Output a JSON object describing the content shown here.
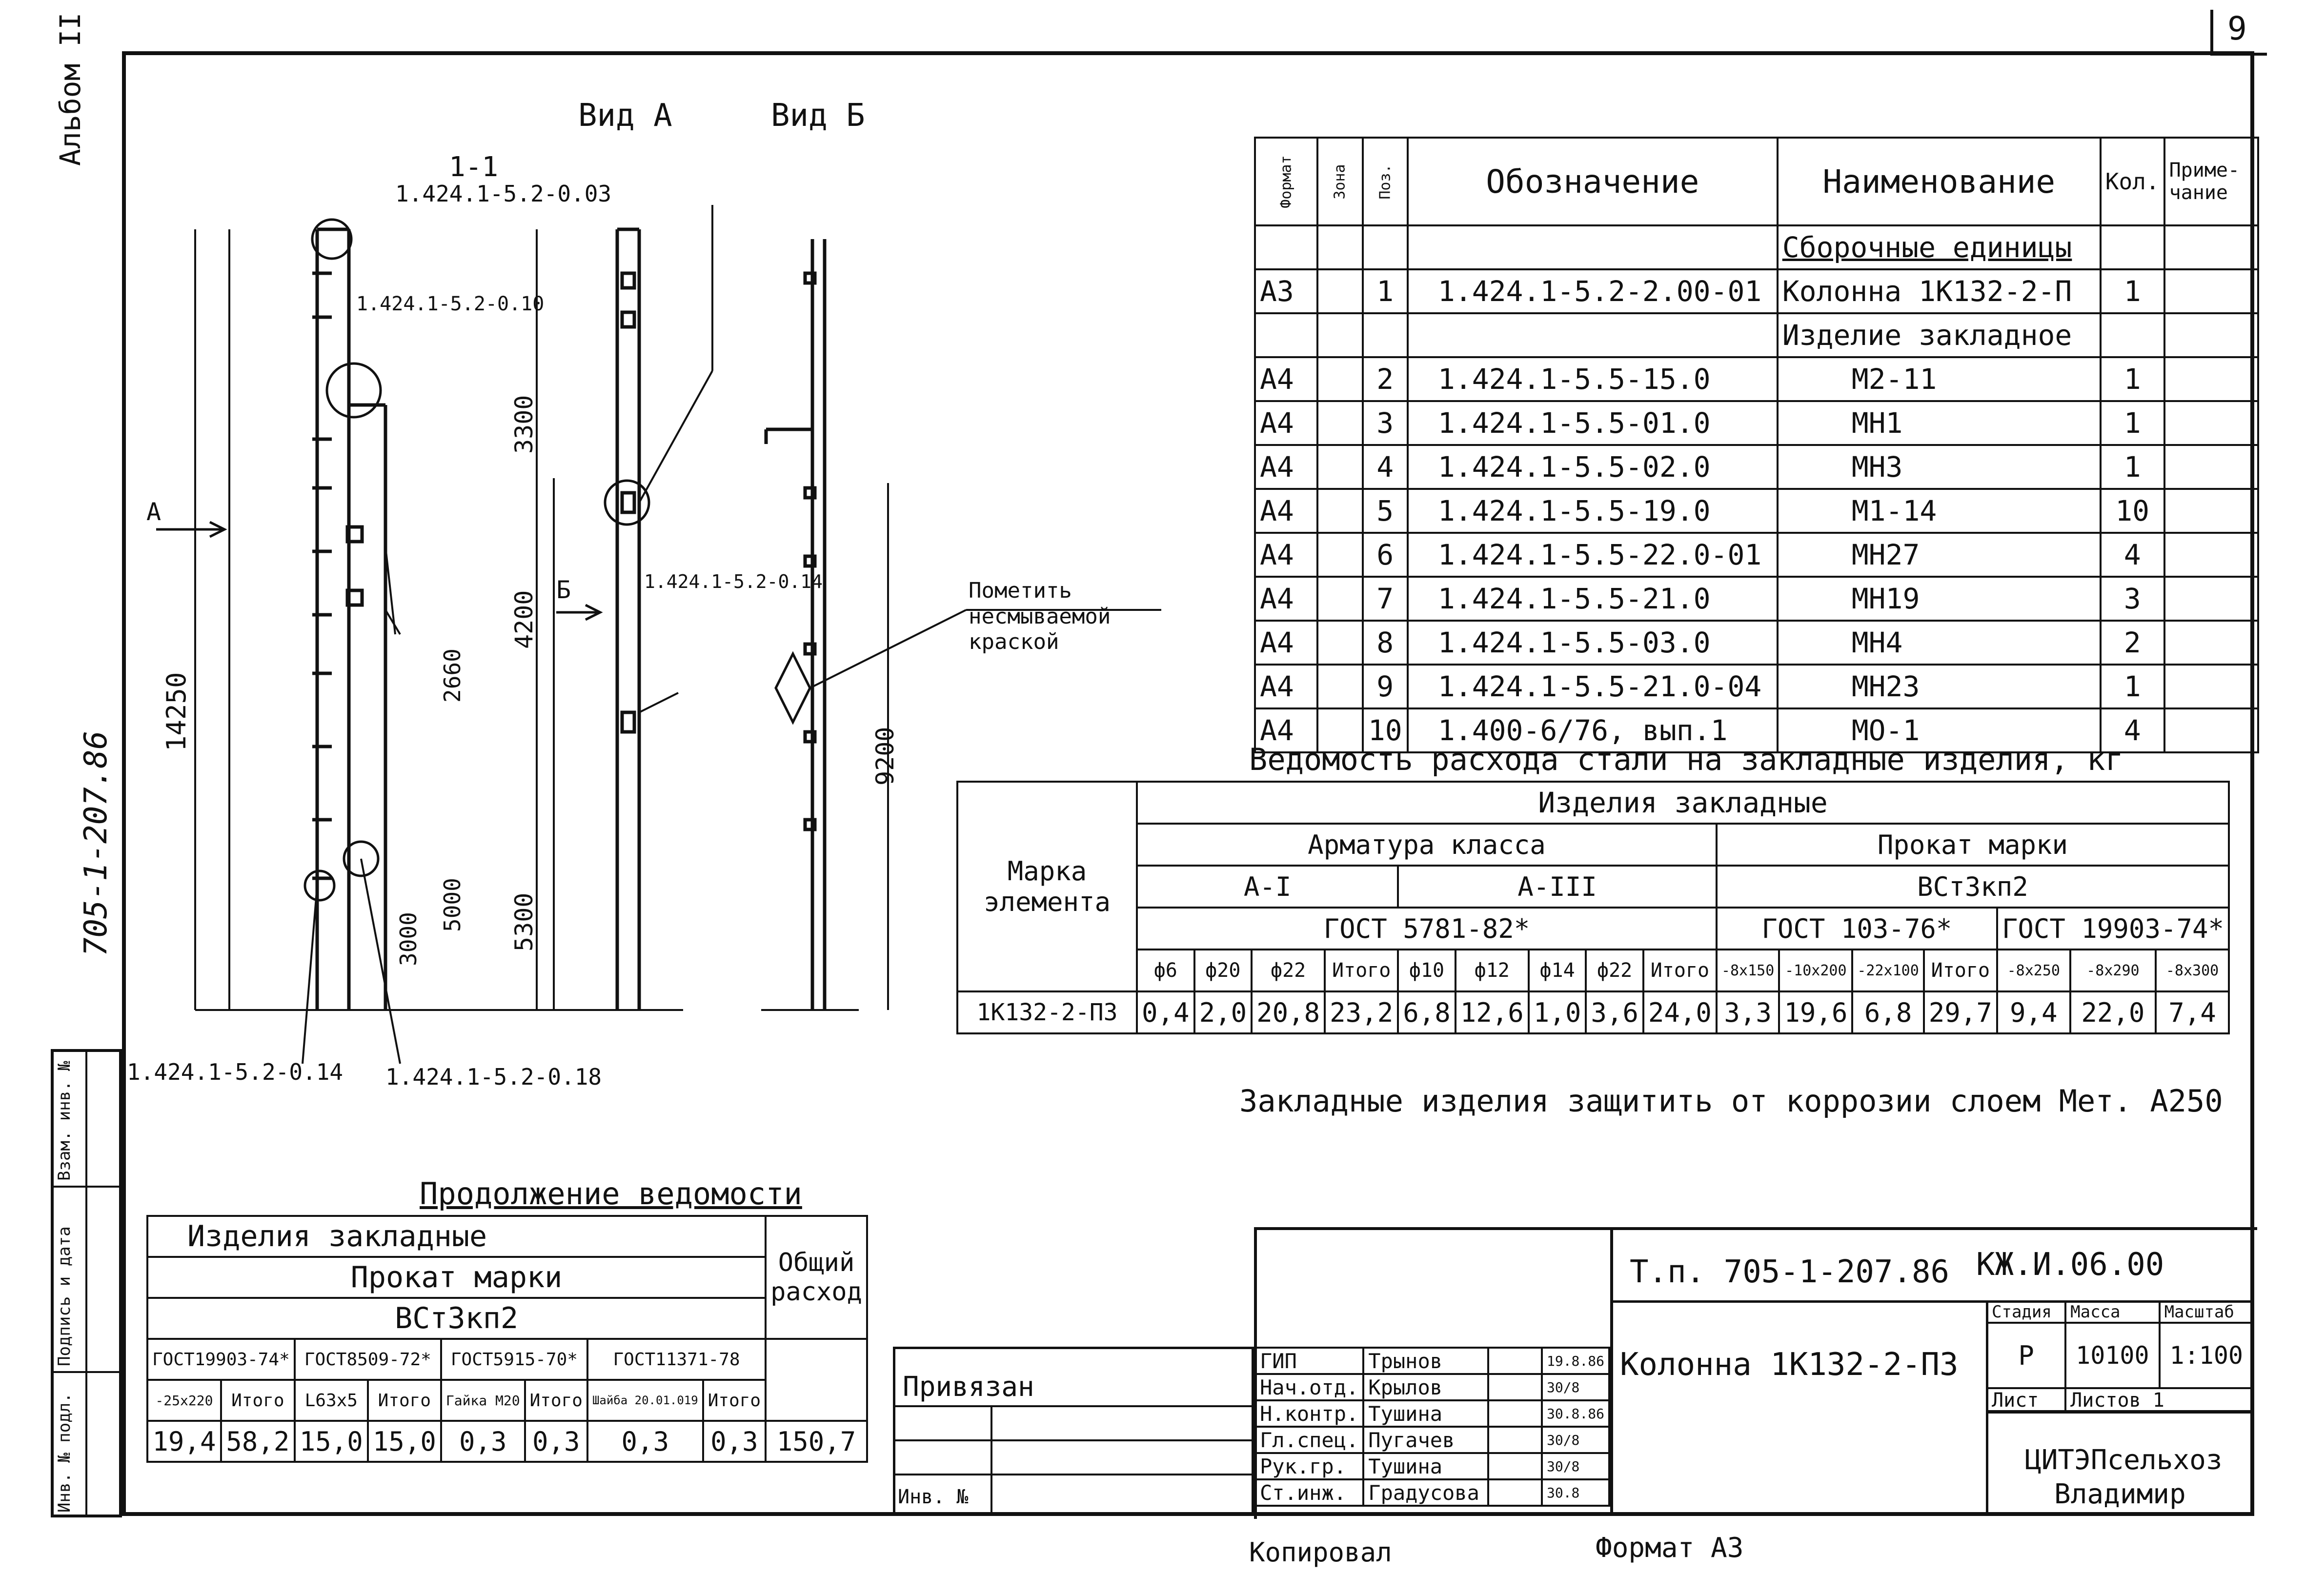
{
  "sheet_number": "9",
  "album": "Альбом II",
  "side_code": "705-1-207.86",
  "view_a": "Вид А",
  "view_b": "Вид Б",
  "section": "1-1",
  "drawing_labels": {
    "ref_003": "1.424.1-5.2-0.03",
    "ref_010": "1.424.1-5.2-0.10",
    "ref_014": "1.424.1-5.2-0.14",
    "ref_014b": "1.424.1-5.2-0.14",
    "ref_018": "1.424.1-5.2-0.18",
    "dim_14250": "14250",
    "dim_4200": "4200",
    "dim_3300": "3300",
    "dim_5300": "5300",
    "dim_9200": "9200",
    "dim_2660": "2660",
    "dim_3000": "3000",
    "dim_5000": "5000",
    "arrow_a": "А",
    "arrow_b": "Б"
  },
  "note_mark": [
    "Пометить",
    "несмываемой",
    "краской"
  ],
  "spec_table": {
    "headers": [
      "Формат",
      "Зона",
      "Поз.",
      "Обозначение",
      "Наименование",
      "Кол.",
      "Приме-чание"
    ],
    "rows": [
      {
        "fmt": "",
        "zone": "",
        "pos": "",
        "designation": "",
        "name": "Сборочные единицы",
        "qty": "",
        "note": ""
      },
      {
        "fmt": "А3",
        "zone": "",
        "pos": "1",
        "designation": "1.424.1-5.2-2.00-01",
        "name": "Колонна 1К132-2-П",
        "qty": "1",
        "note": ""
      },
      {
        "fmt": "",
        "zone": "",
        "pos": "",
        "designation": "",
        "name": "Изделие закладное",
        "qty": "",
        "note": ""
      },
      {
        "fmt": "А4",
        "zone": "",
        "pos": "2",
        "designation": "1.424.1-5.5-15.0",
        "name": "М2-11",
        "qty": "1",
        "note": ""
      },
      {
        "fmt": "А4",
        "zone": "",
        "pos": "3",
        "designation": "1.424.1-5.5-01.0",
        "name": "МН1",
        "qty": "1",
        "note": ""
      },
      {
        "fmt": "А4",
        "zone": "",
        "pos": "4",
        "designation": "1.424.1-5.5-02.0",
        "name": "МН3",
        "qty": "1",
        "note": ""
      },
      {
        "fmt": "А4",
        "zone": "",
        "pos": "5",
        "designation": "1.424.1-5.5-19.0",
        "name": "М1-14",
        "qty": "10",
        "note": ""
      },
      {
        "fmt": "А4",
        "zone": "",
        "pos": "6",
        "designation": "1.424.1-5.5-22.0-01",
        "name": "МН27",
        "qty": "4",
        "note": ""
      },
      {
        "fmt": "А4",
        "zone": "",
        "pos": "7",
        "designation": "1.424.1-5.5-21.0",
        "name": "МН19",
        "qty": "3",
        "note": ""
      },
      {
        "fmt": "А4",
        "zone": "",
        "pos": "8",
        "designation": "1.424.1-5.5-03.0",
        "name": "МН4",
        "qty": "2",
        "note": ""
      },
      {
        "fmt": "А4",
        "zone": "",
        "pos": "9",
        "designation": "1.424.1-5.5-21.0-04",
        "name": "МН23",
        "qty": "1",
        "note": ""
      },
      {
        "fmt": "А4",
        "zone": "",
        "pos": "10",
        "designation": "1.400-6/76, вып.1",
        "name": "МО-1",
        "qty": "4",
        "note": ""
      }
    ]
  },
  "steel_title": "Ведомость расхода стали на закладные изделия, кг",
  "steel_table": {
    "element_header": "Марка элемента",
    "group": "Изделия закладные",
    "rebar": "Арматура класса",
    "rolled": "Прокат марки",
    "a1": "А-I",
    "a3": "А-III",
    "vst": "ВСт3кп2",
    "gost_rebar": "ГОСТ 5781-82*",
    "gost_103": "ГОСТ 103-76*",
    "gost_19903": "ГОСТ 19903-74*",
    "cols": [
      "ф6",
      "ф20",
      "ф22",
      "Итого",
      "ф10",
      "ф12",
      "ф14",
      "ф22",
      "Итого",
      "-8х150",
      "-10х200",
      "-22х100",
      "Итого",
      "-8х250",
      "-8х290",
      "-8х300"
    ],
    "element": "1К132-2-П3",
    "values": [
      "0,4",
      "2,0",
      "20,8",
      "23,2",
      "6,8",
      "12,6",
      "1,0",
      "3,6",
      "24,0",
      "3,3",
      "19,6",
      "6,8",
      "29,7",
      "9,4",
      "22,0",
      "7,4"
    ]
  },
  "corrosion_note": "Закладные изделия защитить от коррозии слоем Мет. А250",
  "continuation": {
    "title": "Продолжение ведомости",
    "group": "Изделия закладные",
    "rolled": "Прокат марки",
    "vst": "ВСт3кп2",
    "total_header": "Общий расход",
    "gosts": [
      "ГОСТ19903-74*",
      "ГОСТ8509-72*",
      "ГОСТ5915-70*",
      "ГОСТ11371-78"
    ],
    "cols": [
      "-25х220",
      "Итого",
      "L63х5",
      "Итого",
      "Гайка М20",
      "Итого",
      "Шайба 20.01.019",
      "Итого"
    ],
    "values": [
      "19,4",
      "58,2",
      "15,0",
      "15,0",
      "0,3",
      "0,3",
      "0,3",
      "0,3"
    ],
    "total": "150,7"
  },
  "title_block": {
    "code": "Т.п. 705-1-207.86",
    "sheet_code": "КЖ.И.06.00",
    "name": "Колонна 1К132-2-П3",
    "stage_label": "Стадия",
    "mass_label": "Масса",
    "scale_label": "Масштаб",
    "stage": "Р",
    "mass": "10100",
    "scale": "1:100",
    "sheet_label": "Лист",
    "sheets_label": "Листов 1",
    "org": "ЦИТЭПсельхоз",
    "city": "Владимир",
    "roles": [
      "ГИП",
      "Нач.отд.",
      "Н.контр.",
      "Гл.спец.",
      "Рук.гр.",
      "Ст.инж."
    ],
    "names": [
      "Трынов",
      "Крылов",
      "Тушина",
      "Пугачев",
      "Тушина",
      "Градусова"
    ],
    "dates": [
      "19.8.86",
      "30/8",
      "30.8.86",
      "30/8",
      "30/8",
      "30.8"
    ],
    "attached": "Привязан",
    "inv": "Инв. №"
  },
  "side_stamp": [
    "Инв. № подл.",
    "Подпись и дата",
    "Взам. инв. №"
  ],
  "footer_copied": "Копировал",
  "footer_format": "Формат А3"
}
